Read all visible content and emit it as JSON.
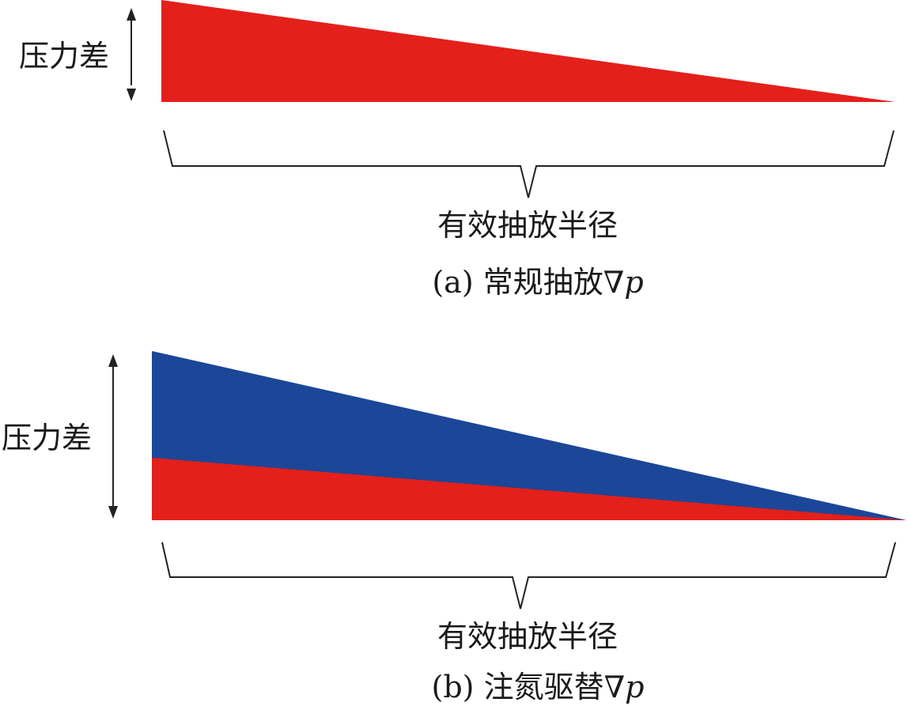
{
  "colors": {
    "red": "#e3201b",
    "blue": "#1c4697",
    "ink": "#1a1a1a"
  },
  "panel_a": {
    "y_label": "压力差",
    "x_label": "有效抽放半径",
    "caption_prefix": "(a) ",
    "caption_cjk": "常规抽放",
    "caption_symbol": "∇",
    "caption_var": "p"
  },
  "panel_b": {
    "y_label": "压力差",
    "x_label": "有效抽放半径",
    "caption_prefix": "(b) ",
    "caption_cjk": "注氮驱替",
    "caption_symbol": "∇",
    "caption_var": "p"
  }
}
